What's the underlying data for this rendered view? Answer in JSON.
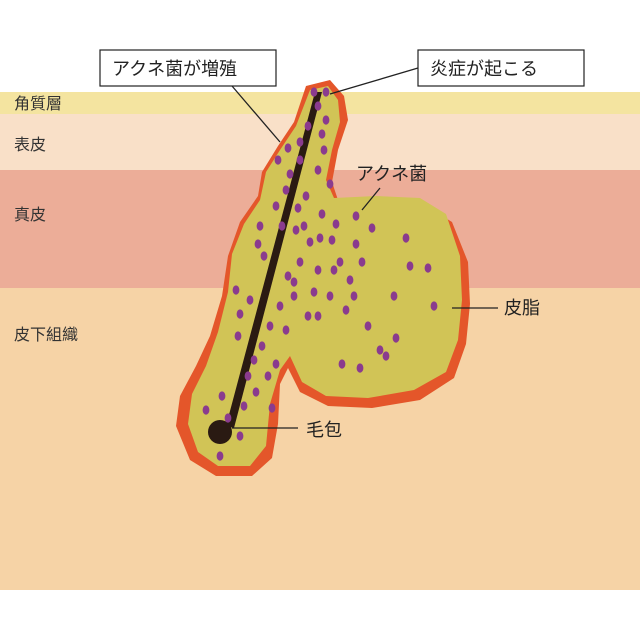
{
  "layers": [
    {
      "id": "stratum-corneum",
      "label": "角質層",
      "color": "#f4e4a0"
    },
    {
      "id": "epidermis",
      "label": "表皮",
      "color": "#f9e0c8"
    },
    {
      "id": "dermis",
      "label": "真皮",
      "color": "#ecad98"
    },
    {
      "id": "subcutaneous",
      "label": "皮下組織",
      "color": "#f6d3a6"
    }
  ],
  "callouts": {
    "proliferation": "アクネ菌が増殖",
    "inflammation": "炎症が起こる"
  },
  "labels": {
    "acne_bacteria": "アクネ菌",
    "sebum": "皮脂",
    "follicle": "毛包"
  },
  "colors": {
    "sebum": "#d1c456",
    "inflammation": "#e4562a",
    "bacteria": "#8a3b8e",
    "hair": "#2a1a12",
    "leader": "#222222"
  },
  "icons": {
    "bacteria_dot": "ellipse",
    "hair_bulb": "circle"
  }
}
